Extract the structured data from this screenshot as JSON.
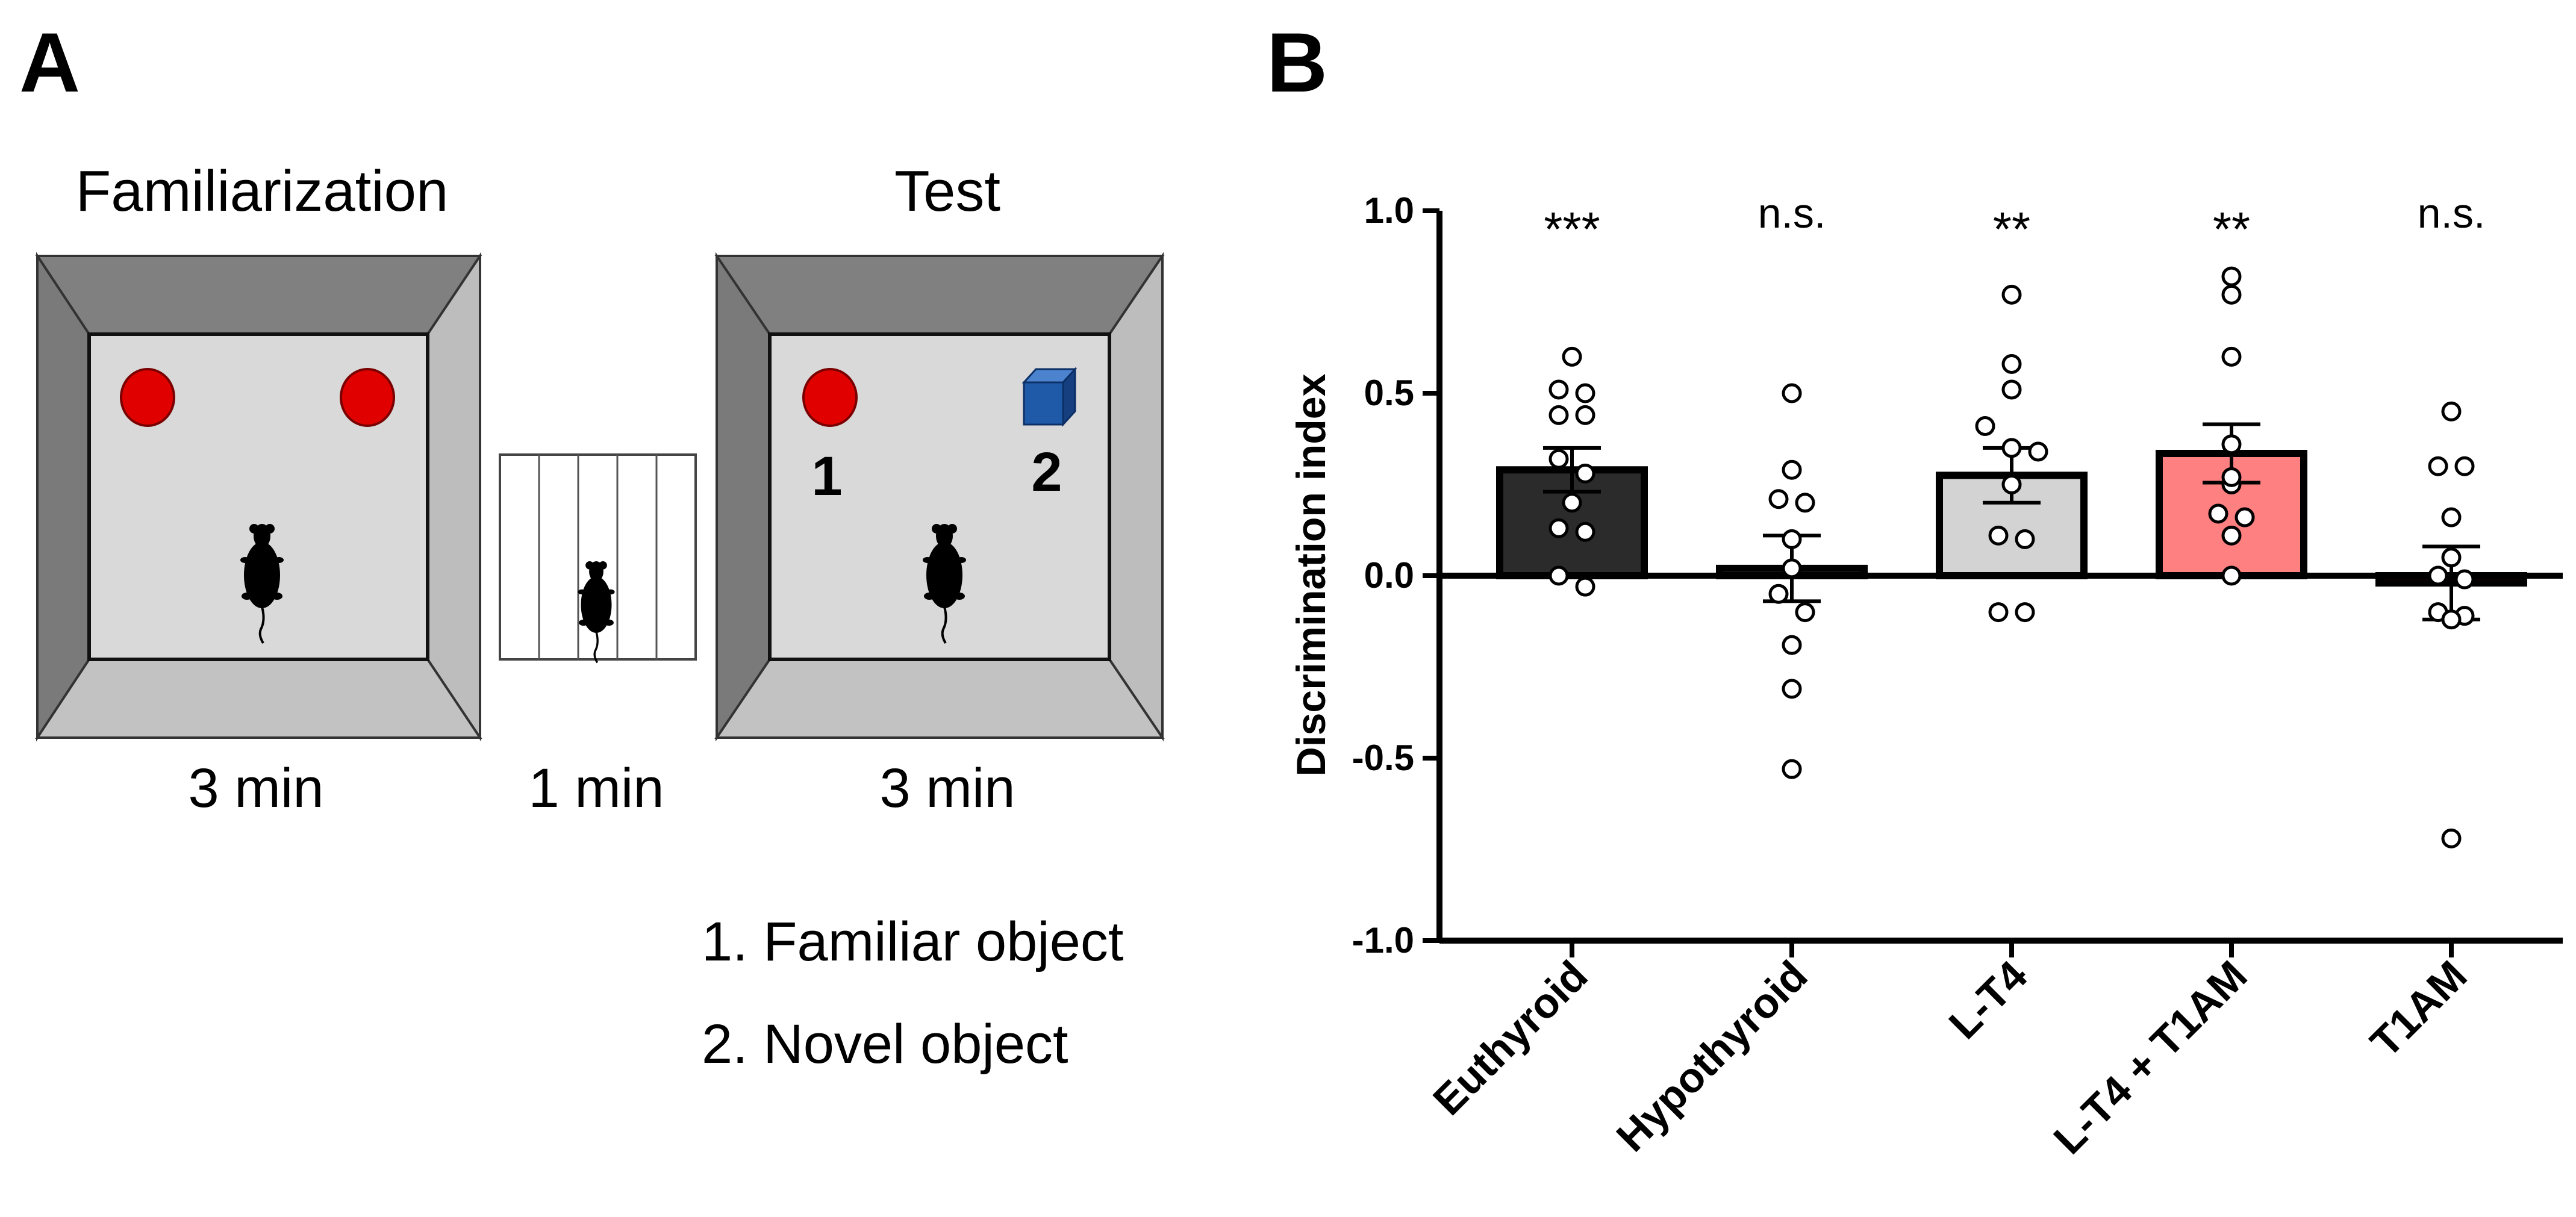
{
  "panel_a": {
    "letter": "A",
    "familiarization_title": "Familiarization",
    "test_title": "Test",
    "familiarization_duration": "3 min",
    "interval_duration": "1 min",
    "test_duration": "3 min",
    "object_label_1": "1",
    "object_label_2": "2",
    "legend_item_1": "1. Familiar object",
    "legend_item_2": "2. Novel object",
    "colors": {
      "arena_floor": "#d9d9d9",
      "arena_wall_top": "#808080",
      "arena_wall_left": "#7a7a7a",
      "arena_wall_right": "#bdbdbd",
      "arena_wall_bottom": "#c2c2c2",
      "familiar_object": "#e00000",
      "novel_object": "#1f5aa8",
      "mouse": "#000000"
    }
  },
  "panel_b": {
    "letter": "B",
    "chart_data": {
      "type": "bar",
      "ylabel": "Discrimination index",
      "xlabel": "",
      "title": "",
      "ylim": [
        -1.0,
        1.0
      ],
      "yticks": [
        "1.0",
        "0.5",
        "0.0",
        "-0.5",
        "-1.0"
      ],
      "ytick_values": [
        1.0,
        0.5,
        0.0,
        -0.5,
        -1.0
      ],
      "grid": false,
      "categories": [
        "Euthyroid",
        "Hypothyroid",
        "L-T4",
        "L-T4 + T1AM",
        "T1AM"
      ],
      "means": [
        0.29,
        0.02,
        0.275,
        0.335,
        -0.02
      ],
      "sem": [
        0.06,
        0.09,
        0.075,
        0.08,
        0.1
      ],
      "significance": [
        "***",
        "n.s.",
        "**",
        "**",
        "n.s."
      ],
      "bar_colors": [
        "#2b2b2b",
        "#ffffff",
        "#d3d3d3",
        "#ff8080",
        "#c00000"
      ],
      "points": [
        [
          0.6,
          0.51,
          0.5,
          0.44,
          0.44,
          0.32,
          0.28,
          0.2,
          0.13,
          0.12,
          0.0,
          -0.03
        ],
        [
          0.5,
          0.29,
          0.21,
          0.2,
          0.1,
          0.02,
          -0.05,
          -0.1,
          -0.19,
          -0.31,
          -0.53
        ],
        [
          0.77,
          0.58,
          0.51,
          0.41,
          0.35,
          0.34,
          0.25,
          0.11,
          0.1,
          -0.1,
          -0.1
        ],
        [
          0.82,
          0.77,
          0.6,
          0.36,
          0.27,
          0.25,
          0.17,
          0.16,
          0.11,
          0.0
        ],
        [
          0.45,
          0.3,
          0.3,
          0.16,
          0.05,
          0.0,
          -0.01,
          -0.1,
          -0.11,
          -0.12,
          -0.72
        ]
      ]
    }
  }
}
